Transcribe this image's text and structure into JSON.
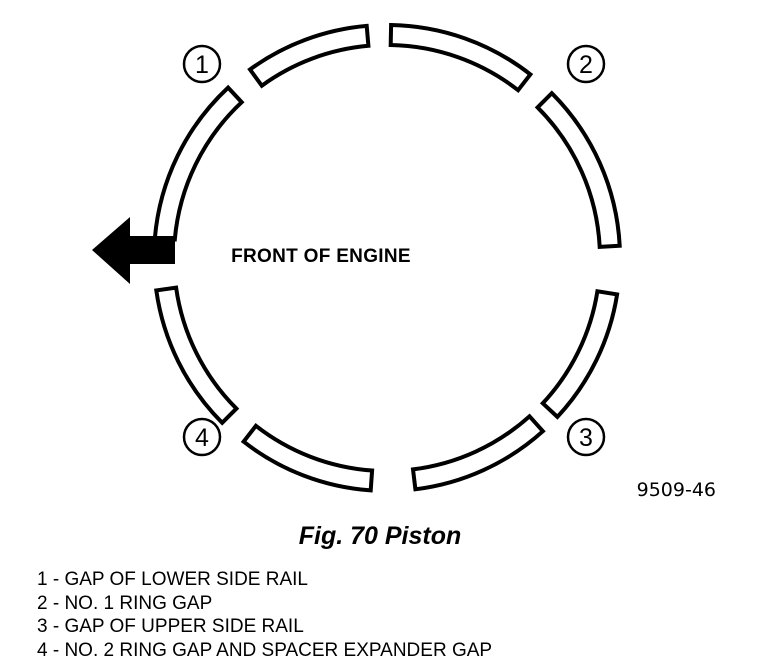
{
  "figure": {
    "center_label": "FRONT OF ENGINE",
    "figure_code": "9509-46",
    "caption": "Fig. 70 Piston",
    "callouts": [
      "1",
      "2",
      "3",
      "4"
    ]
  },
  "legend": {
    "items": [
      "1 - GAP OF LOWER SIDE RAIL",
      "2 - NO. 1 RING GAP",
      "3 - GAP OF UPPER SIDE RAIL",
      "4 - NO. 2 RING GAP AND SPACER EXPANDER GAP"
    ]
  },
  "colors": {
    "ink": "#000000",
    "background": "#ffffff"
  }
}
